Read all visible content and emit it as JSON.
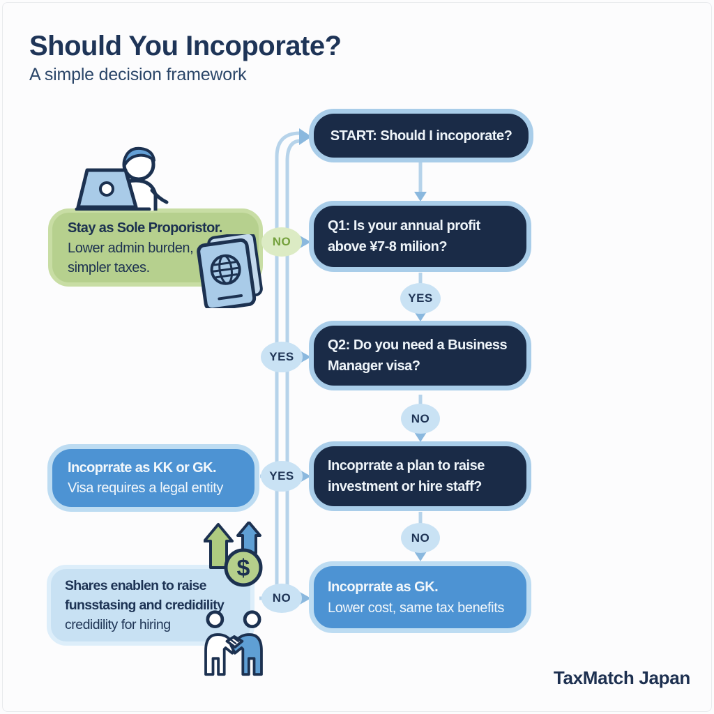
{
  "header": {
    "title": "Should You Incoporate?",
    "subtitle": "A simple decision framework"
  },
  "flow": {
    "start": {
      "label": "START: Should I incoporate?"
    },
    "q1": {
      "lines": [
        "Q1: Is your annual profit",
        "above ¥7-8 milion?"
      ]
    },
    "q2": {
      "lines": [
        "Q2: Do you need a Business",
        "Manager visa?"
      ]
    },
    "q3": {
      "lines": [
        "Incoprrate a plan to raise",
        "investment or hire staff?"
      ]
    },
    "gk": {
      "title": "Incoprrate as GK.",
      "subtitle": "Lower cost, same tax benefits"
    },
    "green": {
      "title": "Stay as Sole Proporistor.",
      "line1": "Lower admin burden,",
      "line2": "simpler taxes."
    },
    "kk": {
      "title": "Incoprrate as KK or GK.",
      "subtitle": "Visa requires a legal entity"
    },
    "shares": {
      "line1": "Shares enablen to raise",
      "line2": "funsstasing and credidility",
      "line3": "credidility for hiring"
    },
    "badges": {
      "left_no_q1": "NO",
      "left_yes_q2": "YES",
      "left_yes_q3": "YES",
      "left_no_gk": "NO",
      "mid_yes_q1": "YES",
      "mid_no_q2": "NO",
      "mid_no_q3": "NO"
    }
  },
  "icons": {
    "top_left": "person-laptop-icon",
    "green_box": "passport-icon",
    "shares_top": "growth-arrows-icon",
    "shares_coin": "dollar-coin-icon",
    "shares_bottom": "handshake-icon"
  },
  "colors": {
    "dark_box": "#1a2b47",
    "blue_box": "#4d93d3",
    "box_border_light_blue": "#a9cde9",
    "green_box": "#b6d08e",
    "light_blue_box": "#c8e1f3",
    "badge_blue_bg": "#c9e2f4",
    "badge_green_bg": "#dcebc4",
    "badge_green_text": "#74a03c",
    "connector_line": "#b6d3ea",
    "arrowhead": "#8ab8de",
    "title_text": "#1e3457",
    "white_text": "#eef4f9"
  },
  "footer": {
    "brand": "TaxMatch Japan"
  }
}
